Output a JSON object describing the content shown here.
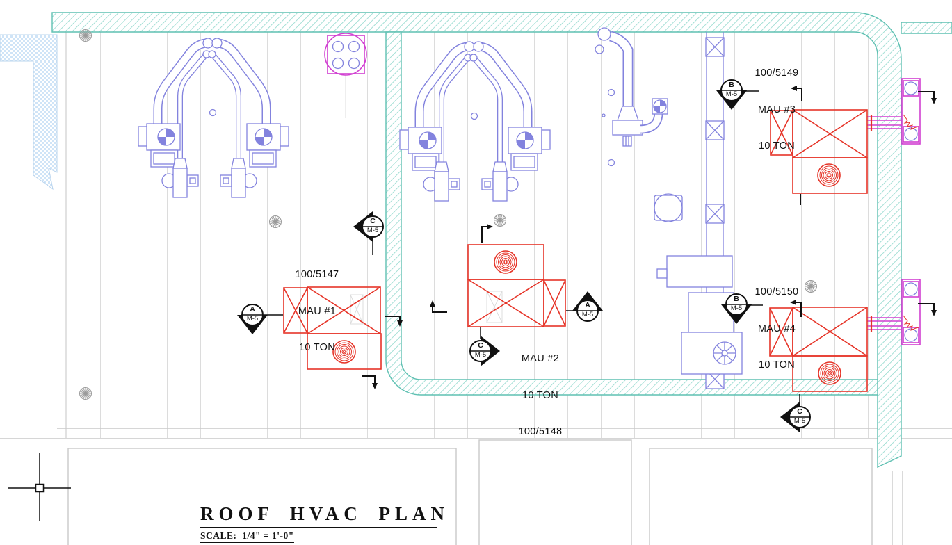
{
  "app": {
    "view": "cad-roof-hvac-plan"
  },
  "title_block": {
    "title": "ROOF HVAC PLAN",
    "scale_label": "SCALE:",
    "scale_value": "1/4\" = 1'-0\""
  },
  "units": [
    {
      "id": "MAU #1",
      "tag": "100/5147",
      "capacity": "10 TON",
      "label_lines": [
        "100/5147",
        "MAU #1",
        "10 TON"
      ]
    },
    {
      "id": "MAU #2",
      "tag": "100/5148",
      "capacity": "10 TON",
      "label_lines": [
        "MAU #2",
        "10 TON",
        "100/5148"
      ]
    },
    {
      "id": "MAU #3",
      "tag": "100/5149",
      "capacity": "10 TON",
      "label_lines": [
        "100/5149",
        "MAU #3",
        "10 TON"
      ]
    },
    {
      "id": "MAU #4",
      "tag": "100/5150",
      "capacity": "10 TON",
      "label_lines": [
        "100/5150",
        "MAU #4",
        "10 TON"
      ]
    }
  ],
  "markers": [
    {
      "letter": "A",
      "sheet": "M-5"
    },
    {
      "letter": "C",
      "sheet": "M-5"
    },
    {
      "letter": "C",
      "sheet": "M-5"
    },
    {
      "letter": "A",
      "sheet": "M-5"
    },
    {
      "letter": "B",
      "sheet": "M-5"
    },
    {
      "letter": "B",
      "sheet": "M-5"
    },
    {
      "letter": "C",
      "sheet": "M-5"
    }
  ],
  "colors": {
    "unit_red": "#e63428",
    "duct_magenta": "#d13fd1",
    "equipment_blue": "#8383de",
    "roof_edge_teal": "#5fc0b2",
    "wall_hatch_blue": "#cfe4f7",
    "deck_line_gray": "#dcdcdc",
    "annotation_black": "#111111"
  }
}
